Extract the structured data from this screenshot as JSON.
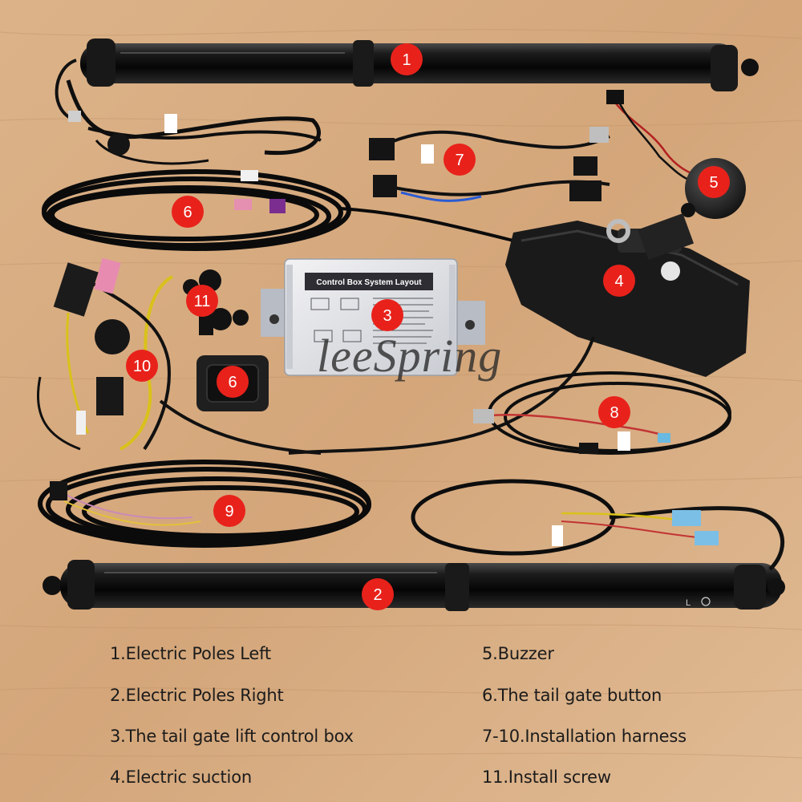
{
  "colors": {
    "badge": "#e8221b",
    "wood": "#d8ad83",
    "pole": "#111111",
    "text": "#1b1b1b"
  },
  "callouts": {
    "pole_left": "1",
    "pole_right": "2",
    "control_box": "3",
    "electric_suction": "4",
    "buzzer": "5",
    "harness_coil": "6",
    "tailgate_button": "6",
    "harness_7": "7",
    "harness_8": "8",
    "harness_9": "9",
    "harness_10": "10",
    "install_screw": "11"
  },
  "control_box": {
    "title": "Control Box System Layout"
  },
  "watermark": "leeSpring",
  "legend": {
    "left": [
      "1.Electric Poles Left",
      "2.Electric Poles Right",
      "3.The tail gate lift control box",
      "4.Electric suction"
    ],
    "right": [
      "5.Buzzer",
      "6.The tail gate button",
      "7-10.Installation harness",
      "11.Install screw"
    ]
  }
}
